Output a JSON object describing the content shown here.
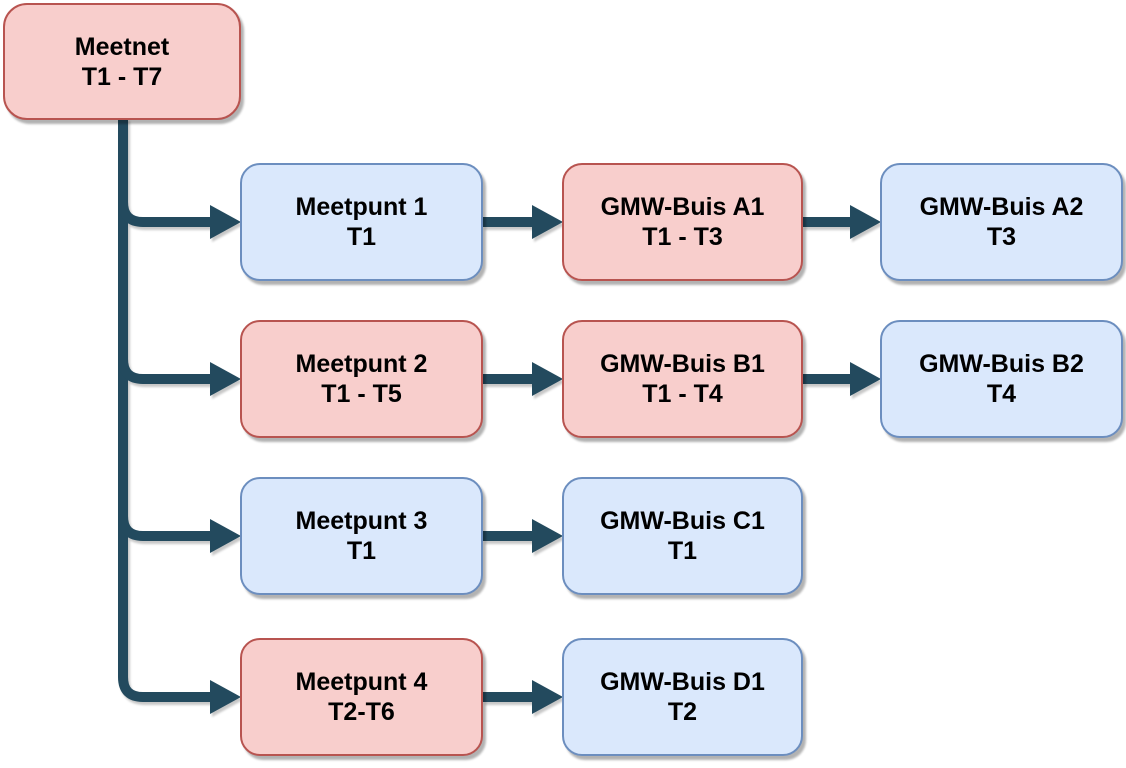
{
  "colors": {
    "node-red-fill": "#f8cecc",
    "node-red-border": "#b85450",
    "node-blue-fill": "#dae8fc",
    "node-blue-border": "#6c8ebf",
    "edge-color": "#234a5e",
    "text-color": "#000000"
  },
  "nodes": [
    {
      "id": "meetnet",
      "label": "Meetnet",
      "sublabel": "T1 - T7",
      "color": "red"
    },
    {
      "id": "meetpunt-1",
      "label": "Meetpunt 1",
      "sublabel": "T1",
      "color": "blue"
    },
    {
      "id": "gmw-buis-a1",
      "label": "GMW-Buis A1",
      "sublabel": "T1 - T3",
      "color": "red"
    },
    {
      "id": "gmw-buis-a2",
      "label": "GMW-Buis A2",
      "sublabel": "T3",
      "color": "blue"
    },
    {
      "id": "meetpunt-2",
      "label": "Meetpunt 2",
      "sublabel": "T1 - T5",
      "color": "red"
    },
    {
      "id": "gmw-buis-b1",
      "label": "GMW-Buis B1",
      "sublabel": "T1 - T4",
      "color": "red"
    },
    {
      "id": "gmw-buis-b2",
      "label": "GMW-Buis B2",
      "sublabel": "T4",
      "color": "blue"
    },
    {
      "id": "meetpunt-3",
      "label": "Meetpunt 3",
      "sublabel": "T1",
      "color": "blue"
    },
    {
      "id": "gmw-buis-c1",
      "label": "GMW-Buis C1",
      "sublabel": "T1",
      "color": "blue"
    },
    {
      "id": "meetpunt-4",
      "label": "Meetpunt 4",
      "sublabel": "T2-T6",
      "color": "red"
    },
    {
      "id": "gmw-buis-d1",
      "label": "GMW-Buis D1",
      "sublabel": "T2",
      "color": "blue"
    }
  ],
  "edges": [
    {
      "from": "meetnet",
      "to": "meetpunt-1"
    },
    {
      "from": "meetnet",
      "to": "meetpunt-2"
    },
    {
      "from": "meetnet",
      "to": "meetpunt-3"
    },
    {
      "from": "meetnet",
      "to": "meetpunt-4"
    },
    {
      "from": "meetpunt-1",
      "to": "gmw-buis-a1"
    },
    {
      "from": "gmw-buis-a1",
      "to": "gmw-buis-a2"
    },
    {
      "from": "meetpunt-2",
      "to": "gmw-buis-b1"
    },
    {
      "from": "gmw-buis-b1",
      "to": "gmw-buis-b2"
    },
    {
      "from": "meetpunt-3",
      "to": "gmw-buis-c1"
    },
    {
      "from": "meetpunt-4",
      "to": "gmw-buis-d1"
    }
  ]
}
